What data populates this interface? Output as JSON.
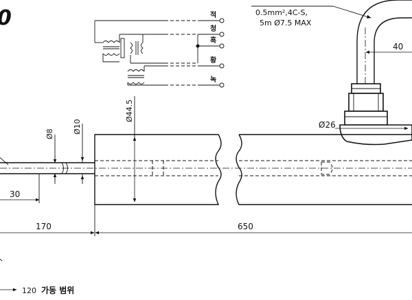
{
  "figure_number": "0",
  "cable_spec": {
    "line1": "0.5mm²,4C-S,",
    "line2": "5m Ø7.5 MAX"
  },
  "wire_colors": [
    "적",
    "청",
    "흑",
    "황",
    "녹"
  ],
  "dimensions": {
    "bend_width": "40",
    "nut_diameter": "Ø26",
    "body_diameter": "Ø44.5",
    "rod_diameter_8": "Ø8",
    "rod_diameter_10": "Ø10",
    "rod_tip": "30",
    "stem_length": "170",
    "body_length": "650"
  },
  "stroke": {
    "value": "120",
    "label": "가동 범위"
  },
  "colors": {
    "line": "#111111",
    "background": "#ffffff"
  }
}
